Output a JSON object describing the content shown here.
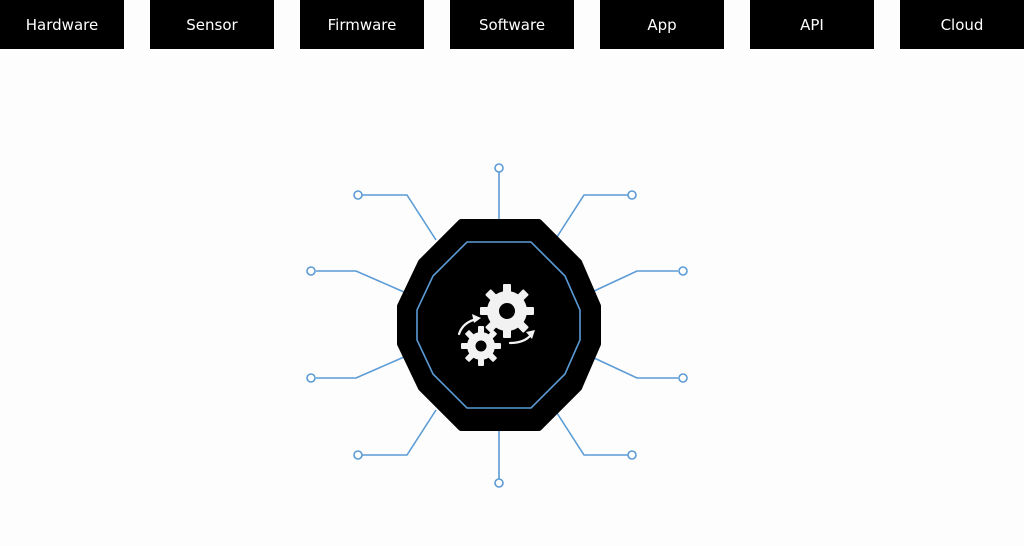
{
  "tabs": [
    "Hardware",
    "Sensor",
    "Firmware",
    "Software",
    "App",
    "API",
    "Cloud"
  ],
  "colors": {
    "tab_background": "#000000",
    "tab_text": "#ffffff",
    "connector": "#5b9bd5",
    "hub": "#000000",
    "hub_ring": "#5b9bd5",
    "gear": "#f2f2f2"
  },
  "hub": {
    "icon": "gears-icon"
  }
}
